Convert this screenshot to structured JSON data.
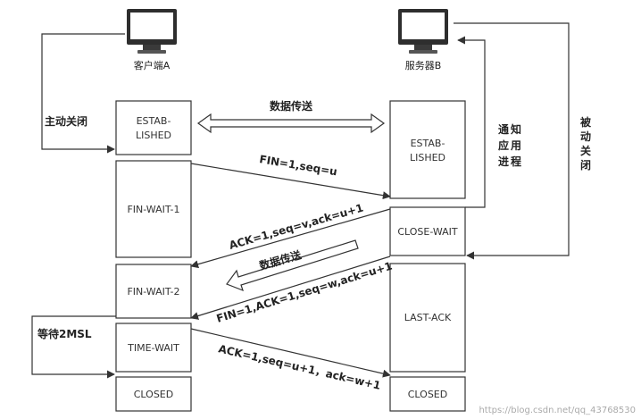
{
  "client": {
    "label": "客户端A"
  },
  "server": {
    "label": "服务器B"
  },
  "client_states": {
    "established": [
      "ESTAB-",
      "LISHED"
    ],
    "fin_wait_1": "FIN-WAIT-1",
    "fin_wait_2": "FIN-WAIT-2",
    "time_wait": "TIME-WAIT",
    "closed": "CLOSED"
  },
  "server_states": {
    "established": [
      "ESTAB-",
      "LISHED"
    ],
    "close_wait": "CLOSE-WAIT",
    "last_ack": "LAST-ACK",
    "closed": "CLOSED"
  },
  "messages": {
    "data_transfer_top": "数据传送",
    "fin": "FIN=1,seq=u",
    "ack1": "ACK=1,seq=v,ack=u+1",
    "data_transfer_mid": "数据传送",
    "fin2": "FIN=1,ACK=1,seq=w,ack=u+1",
    "ack2": "ACK=1,seq=u+1，ack=w+1"
  },
  "side_labels": {
    "active_close": "主动关闭",
    "notify_app": [
      "通",
      "知",
      "应",
      "用",
      "进",
      "程"
    ],
    "passive_close": [
      "被",
      "动",
      "关",
      "闭"
    ],
    "wait_2msl": "等待2MSL"
  },
  "watermark": "https://blog.csdn.net/qq_43768530"
}
